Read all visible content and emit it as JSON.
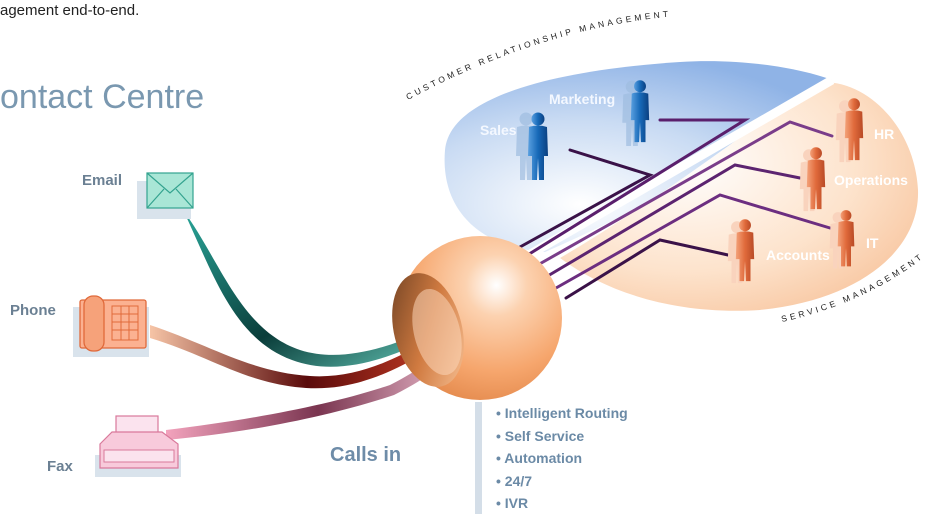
{
  "intro_text": "agement end-to-end.",
  "title": "ontact Centre",
  "channels": {
    "email": "Email",
    "phone": "Phone",
    "fax": "Fax"
  },
  "calls_in": "Calls in",
  "arc_labels": {
    "crm": "CUSTOMER RELATIONSHIP MANAGEMENT",
    "service": "SERVICE MANAGEMENT"
  },
  "departments": {
    "sales": "Sales",
    "marketing": "Marketing",
    "hr": "HR",
    "operations": "Operations",
    "accounts": "Accounts",
    "it": "IT"
  },
  "features": [
    "Intelligent Routing",
    "Self Service",
    "Automation",
    "24/7",
    "IVR"
  ],
  "colors": {
    "crm_blue": "#8fb3e6",
    "service_orange": "#f7c29a",
    "sphere": "#f6a66d",
    "title": "#7a98b0",
    "route_purple": "#6a2a7a"
  },
  "icons": [
    "envelope-icon",
    "telephone-icon",
    "fax-machine-icon",
    "person-icon"
  ]
}
